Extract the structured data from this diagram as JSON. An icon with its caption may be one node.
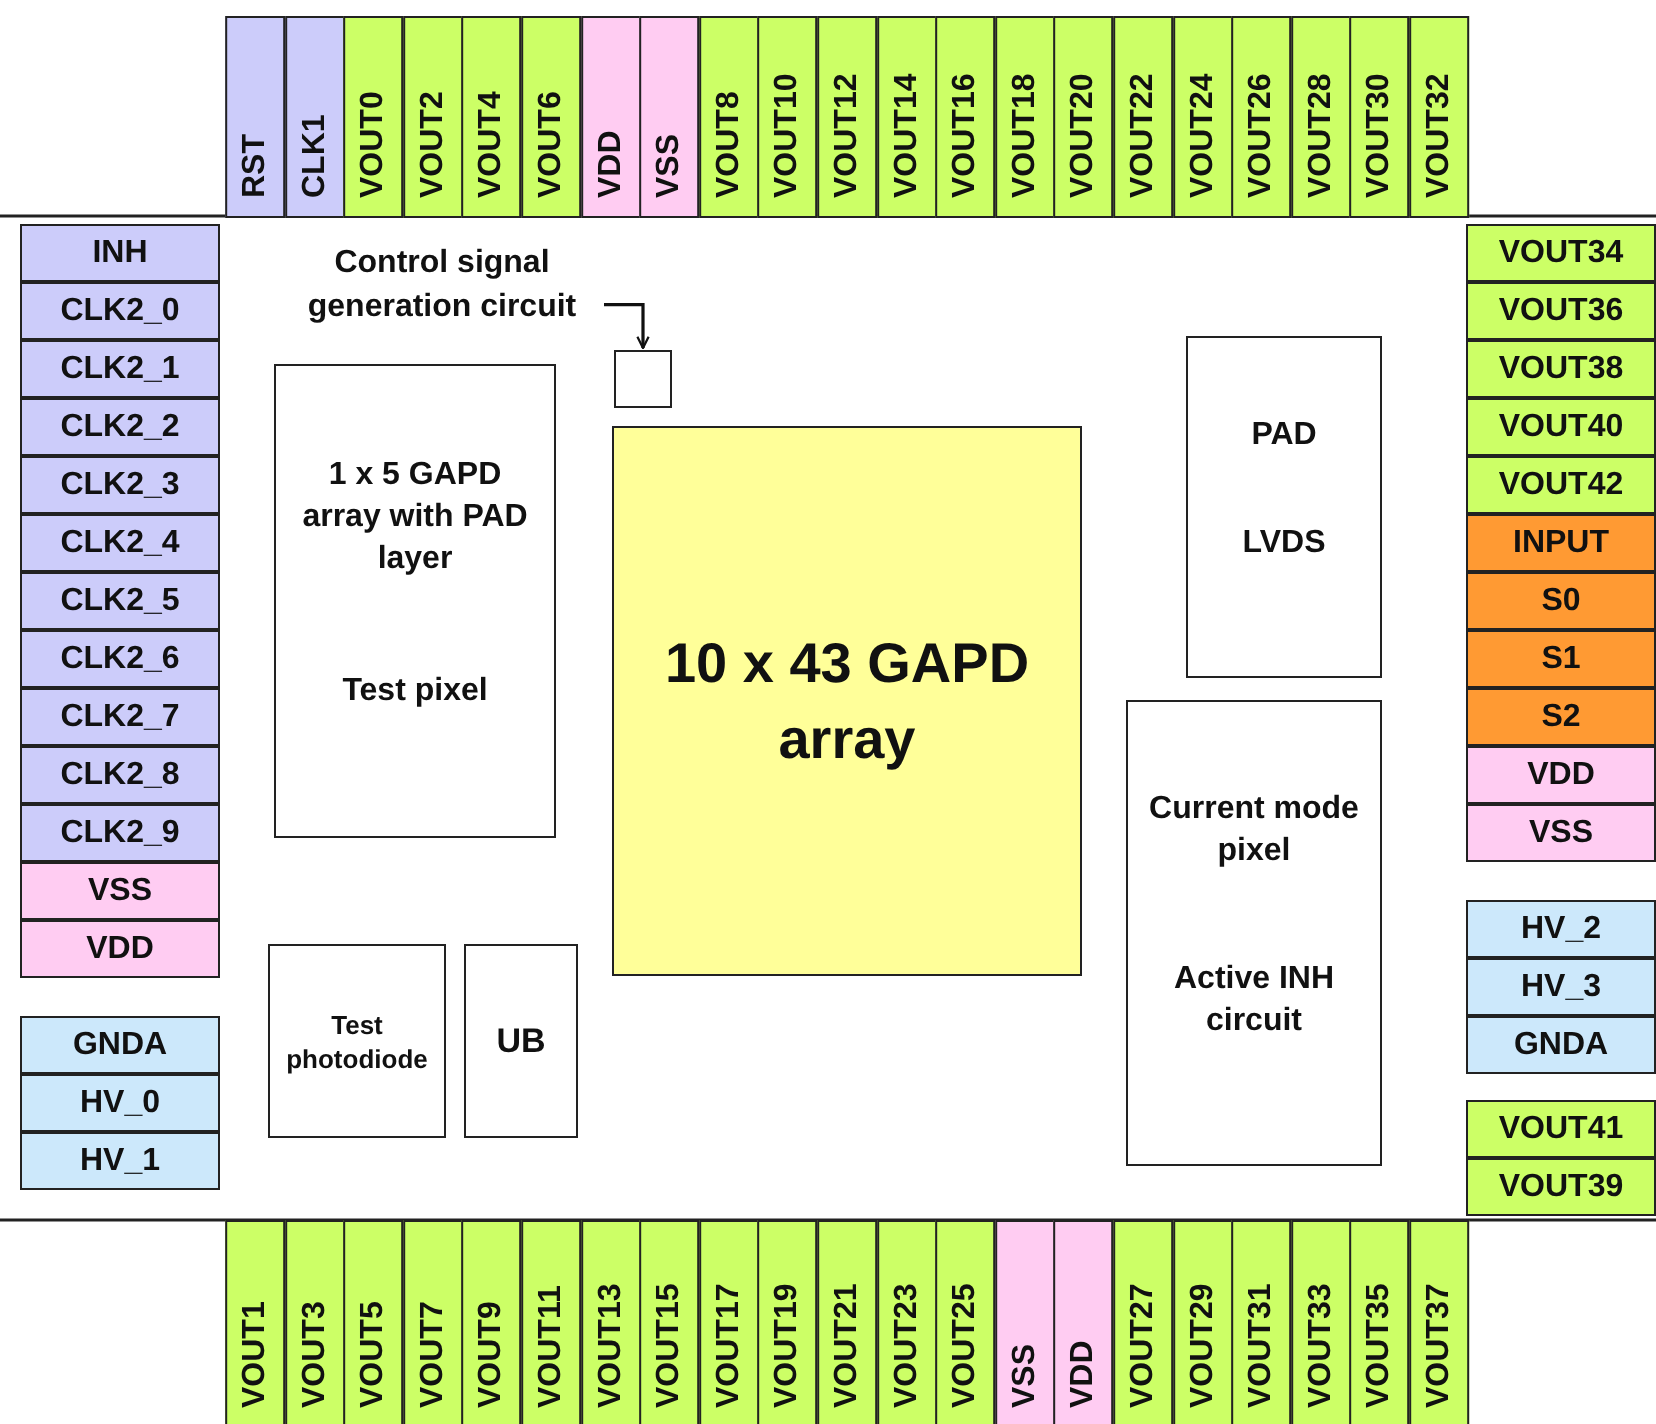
{
  "diagram": {
    "nodes": [
      {
        "text": [
          "RST"
        ]
      },
      {
        "text": [
          "CLK1"
        ]
      },
      {
        "text": [
          "VOUT0"
        ]
      },
      {
        "text": [
          "VOUT2"
        ]
      },
      {
        "text": [
          "VOUT4"
        ]
      },
      {
        "text": [
          "VOUT6"
        ]
      },
      {
        "text": [
          "VDD"
        ]
      },
      {
        "text": [
          "VSS"
        ]
      },
      {
        "text": [
          "VOUT8"
        ]
      },
      {
        "text": [
          "VOUT10"
        ]
      },
      {
        "text": [
          "VOUT12"
        ]
      },
      {
        "text": [
          "VOUT14"
        ]
      },
      {
        "text": [
          "VOUT16"
        ]
      },
      {
        "text": [
          "VOUT18"
        ]
      },
      {
        "text": [
          "VOUT20"
        ]
      },
      {
        "text": [
          "VOUT22"
        ]
      },
      {
        "text": [
          "VOUT24"
        ]
      },
      {
        "text": [
          "VOUT26"
        ]
      },
      {
        "text": [
          "VOUT28"
        ]
      },
      {
        "text": [
          "VOUT30"
        ]
      },
      {
        "text": [
          "VOUT32"
        ]
      },
      {
        "text": [
          "INH"
        ]
      },
      {
        "text": [
          "CLK2_0"
        ]
      },
      {
        "text": [
          "CLK2_1"
        ]
      },
      {
        "text": [
          "CLK2_2"
        ]
      },
      {
        "text": [
          "CLK2_3"
        ]
      },
      {
        "text": [
          "CLK2_4"
        ]
      },
      {
        "text": [
          "CLK2_5"
        ]
      },
      {
        "text": [
          "CLK2_6"
        ]
      },
      {
        "text": [
          "CLK2_7"
        ]
      },
      {
        "text": [
          "CLK2_8"
        ]
      },
      {
        "text": [
          "CLK2_9"
        ]
      },
      {
        "text": [
          "VSS"
        ]
      },
      {
        "text": [
          "VDD"
        ]
      },
      {
        "text": [
          "GNDA"
        ]
      },
      {
        "text": [
          "HV_0"
        ]
      },
      {
        "text": [
          "HV_1"
        ]
      },
      {
        "text": [
          "Control signal generation circuit"
        ]
      },
      {
        "text": [],
        "shape": "box"
      },
      {
        "text": [
          "1 x 5 GAPD array with PAD layer",
          "Test pixel"
        ]
      },
      {
        "text": [
          "10 x 43 GAPD array"
        ]
      },
      {
        "text": [
          "PAD",
          "LVDS"
        ]
      },
      {
        "text": [
          "Current mode pixel",
          "Active INH circuit"
        ]
      },
      {
        "text": [
          "Test photodiode"
        ]
      },
      {
        "text": [
          "UB"
        ]
      },
      {
        "text": [
          "VOUT34"
        ]
      },
      {
        "text": [
          "VOUT36"
        ]
      },
      {
        "text": [
          "VOUT38"
        ]
      },
      {
        "text": [
          "VOUT40"
        ]
      },
      {
        "text": [
          "VOUT42"
        ]
      },
      {
        "text": [
          "INPUT"
        ]
      },
      {
        "text": [
          "S0"
        ]
      },
      {
        "text": [
          "S1"
        ]
      },
      {
        "text": [
          "S2"
        ]
      },
      {
        "text": [
          "VDD"
        ]
      },
      {
        "text": [
          "VSS"
        ]
      },
      {
        "text": [
          "HV_2"
        ]
      },
      {
        "text": [
          "HV_3"
        ]
      },
      {
        "text": [
          "GNDA"
        ]
      },
      {
        "text": [
          "VOUT41"
        ]
      },
      {
        "text": [
          "VOUT39"
        ]
      },
      {
        "text": [
          "VOUT1"
        ]
      },
      {
        "text": [
          "VOUT3"
        ]
      },
      {
        "text": [
          "VOUT5"
        ]
      },
      {
        "text": [
          "VOUT7"
        ]
      },
      {
        "text": [
          "VOUT9"
        ]
      },
      {
        "text": [
          "VOUT11"
        ]
      },
      {
        "text": [
          "VOUT13"
        ]
      },
      {
        "text": [
          "VOUT15"
        ]
      },
      {
        "text": [
          "VOUT17"
        ]
      },
      {
        "text": [
          "VOUT19"
        ]
      },
      {
        "text": [
          "VOUT21"
        ]
      },
      {
        "text": [
          "VOUT23"
        ]
      },
      {
        "text": [
          "VOUT25"
        ]
      },
      {
        "text": [
          "VSS"
        ]
      },
      {
        "text": [
          "VDD"
        ]
      },
      {
        "text": [
          "VOUT27"
        ]
      },
      {
        "text": [
          "VOUT29"
        ]
      },
      {
        "text": [
          "VOUT31"
        ]
      },
      {
        "text": [
          "VOUT33"
        ]
      },
      {
        "text": [
          "VOUT35"
        ]
      },
      {
        "text": [
          "VOUT37"
        ]
      }
    ],
    "edges": [
      {
        "from": 37,
        "to": 38,
        "arrow": "to"
      }
    ]
  }
}
